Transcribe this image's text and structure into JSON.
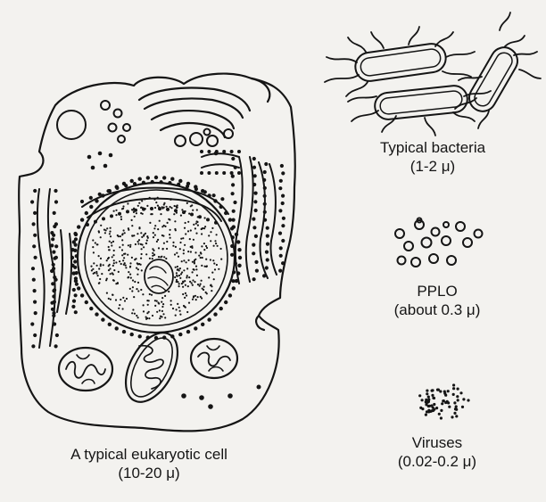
{
  "labels": {
    "cell": {
      "name": "A typical eukaryotic cell",
      "size": "(10-20 μ)"
    },
    "bacteria": {
      "name": "Typical bacteria",
      "size": "(1-2 μ)"
    },
    "pplo": {
      "name": "PPLO",
      "size": "(about 0.3 μ)"
    },
    "viruses": {
      "name": "Viruses",
      "size": "(0.02-0.2 μ)"
    }
  },
  "colors": {
    "ink": "#151515",
    "paper": "#f3f2ef"
  }
}
